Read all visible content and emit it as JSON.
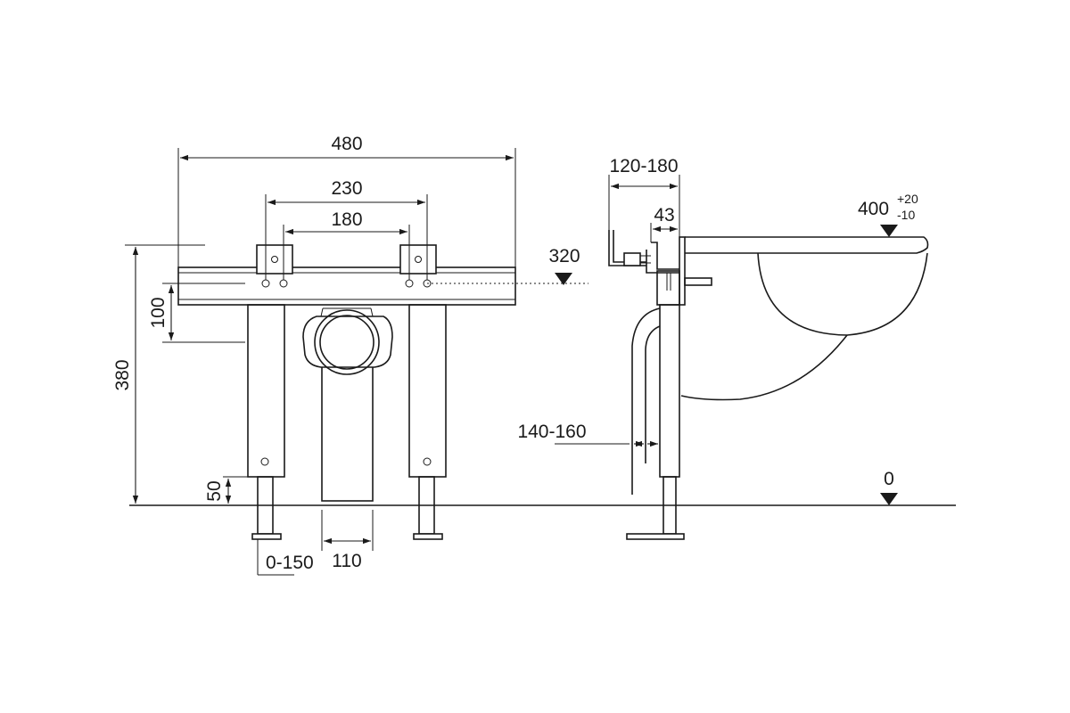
{
  "dims": {
    "d480": "480",
    "d230": "230",
    "d180": "180",
    "d320": "320",
    "d100": "100",
    "d380": "380",
    "d50": "50",
    "d0_150": "0-150",
    "d110": "110",
    "d120_180": "120-180",
    "d43": "43",
    "d400": "400",
    "d400_plus": "+20",
    "d400_minus": "-10",
    "d140_160": "140-160",
    "d0": "0"
  }
}
